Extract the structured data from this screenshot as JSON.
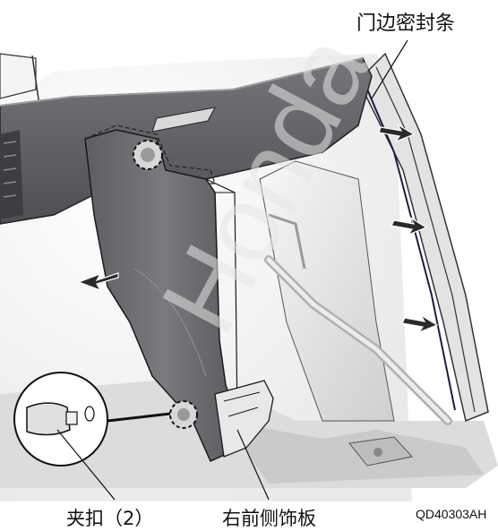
{
  "labels": {
    "door_seal": "门边密封条",
    "clip": "夹扣（2）",
    "right_front_side_trim": "右前侧饰板",
    "figure_code": "QD40303AH"
  },
  "watermark": {
    "text": "Honda",
    "color": "#e6e6e6"
  },
  "colors": {
    "trim_panel": "#6f6f73",
    "dashboard": "#5c5c60",
    "body_light": "#f2f2f2",
    "body_mid": "#d4d4d4",
    "arrow": "#2a2a2a",
    "line": "#111111"
  }
}
